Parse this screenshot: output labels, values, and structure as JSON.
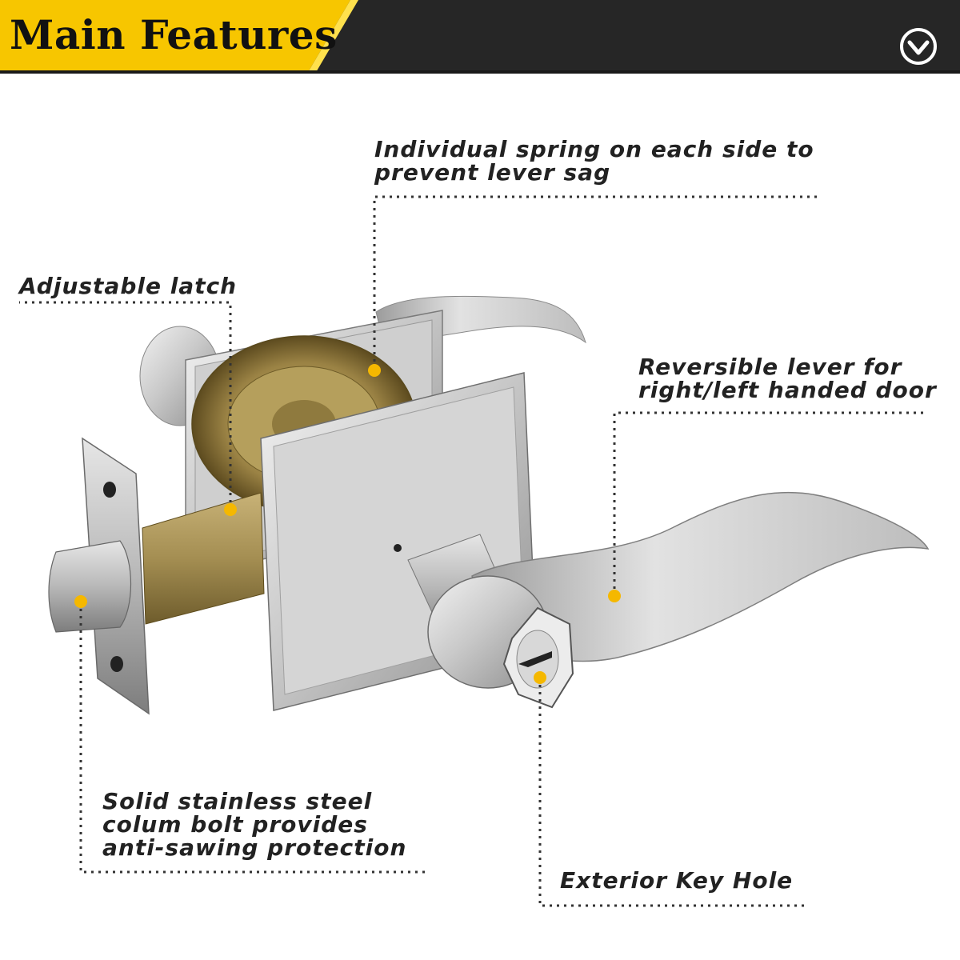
{
  "header": {
    "title": "Main Features",
    "accent_color": "#f7c600",
    "bar_color": "#262626",
    "expand_icon": "chevron-down-circle-icon"
  },
  "callouts": {
    "spring": {
      "line1": "Individual spring on each side to",
      "line2": "prevent lever sag"
    },
    "latch": {
      "line1": "Adjustable latch"
    },
    "reversible": {
      "line1": "Reversible lever for",
      "line2": "right/left handed door"
    },
    "bolt": {
      "line1": "Solid stainless steel",
      "line2": "colum bolt provides",
      "line3": "anti-sawing protection"
    },
    "keyhole": {
      "line1": "Exterior Key Hole"
    }
  },
  "dot_color": "#f5b800"
}
